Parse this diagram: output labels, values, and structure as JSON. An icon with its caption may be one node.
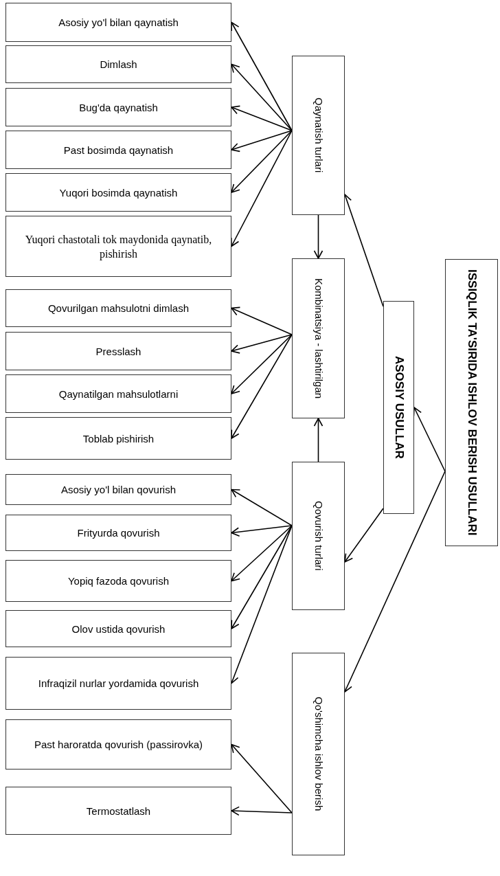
{
  "diagram": {
    "nodes": [
      {
        "text": [
          "ISSIQLIK TA'SIRIDA ISHLOV BERISH USULLARI"
        ]
      },
      {
        "text": [
          "ASOSIY USULLAR"
        ]
      },
      {
        "text": [
          "Qaynatish turlari"
        ]
      },
      {
        "text": [
          "Kombinatsiya - lashtirilgan"
        ]
      },
      {
        "text": [
          "Qovurish turlari"
        ]
      },
      {
        "text": [
          "Qo'shimcha ishlov berish"
        ]
      },
      {
        "text": [
          "Asosiy yo'l bilan qaynatish"
        ]
      },
      {
        "text": [
          "Dimlash"
        ]
      },
      {
        "text": [
          "Bug'da qaynatish"
        ]
      },
      {
        "text": [
          "Past bosimda qaynatish"
        ]
      },
      {
        "text": [
          "Yuqori bosimda qaynatish"
        ]
      },
      {
        "text": [
          "Yuqori chastotali tok maydonida qaynatib, pishirish"
        ]
      },
      {
        "text": [
          "Qovurilgan mahsulotni dimlash"
        ]
      },
      {
        "text": [
          "Presslash"
        ]
      },
      {
        "text": [
          "Qaynatilgan mahsulotlarni"
        ]
      },
      {
        "text": [
          "Toblab pishirish"
        ]
      },
      {
        "text": [
          "Asosiy yo'l bilan qovurish"
        ]
      },
      {
        "text": [
          "Frityurda qovurish"
        ]
      },
      {
        "text": [
          "Yopiq fazoda qovurish"
        ]
      },
      {
        "text": [
          "Olov ustida qovurish"
        ]
      },
      {
        "text": [
          "Infraqizil nurlar yordamida qovurish"
        ]
      },
      {
        "text": [
          "Past haroratda qovurish (passirovka)"
        ]
      },
      {
        "text": [
          "Termostatlash"
        ]
      }
    ],
    "edges": [
      {
        "from": 0,
        "to": 1,
        "arrow": "to"
      },
      {
        "from": 0,
        "to": 5,
        "arrow": "to"
      },
      {
        "from": 1,
        "to": 2,
        "arrow": "to"
      },
      {
        "from": 1,
        "to": 4,
        "arrow": "to"
      },
      {
        "from": 2,
        "to": 3,
        "arrow": "to"
      },
      {
        "from": 4,
        "to": 3,
        "arrow": "to"
      },
      {
        "from": 2,
        "to": 6,
        "arrow": "to"
      },
      {
        "from": 2,
        "to": 7,
        "arrow": "to"
      },
      {
        "from": 2,
        "to": 8,
        "arrow": "to"
      },
      {
        "from": 2,
        "to": 9,
        "arrow": "to"
      },
      {
        "from": 2,
        "to": 10,
        "arrow": "to"
      },
      {
        "from": 2,
        "to": 11,
        "arrow": "to"
      },
      {
        "from": 3,
        "to": 12,
        "arrow": "to"
      },
      {
        "from": 3,
        "to": 13,
        "arrow": "to"
      },
      {
        "from": 3,
        "to": 14,
        "arrow": "to"
      },
      {
        "from": 3,
        "to": 15,
        "arrow": "to"
      },
      {
        "from": 4,
        "to": 16,
        "arrow": "to"
      },
      {
        "from": 4,
        "to": 17,
        "arrow": "to"
      },
      {
        "from": 4,
        "to": 18,
        "arrow": "to"
      },
      {
        "from": 4,
        "to": 19,
        "arrow": "to"
      },
      {
        "from": 4,
        "to": 20,
        "arrow": "to"
      },
      {
        "from": 5,
        "to": 21,
        "arrow": "to"
      },
      {
        "from": 5,
        "to": 22,
        "arrow": "to"
      }
    ]
  }
}
